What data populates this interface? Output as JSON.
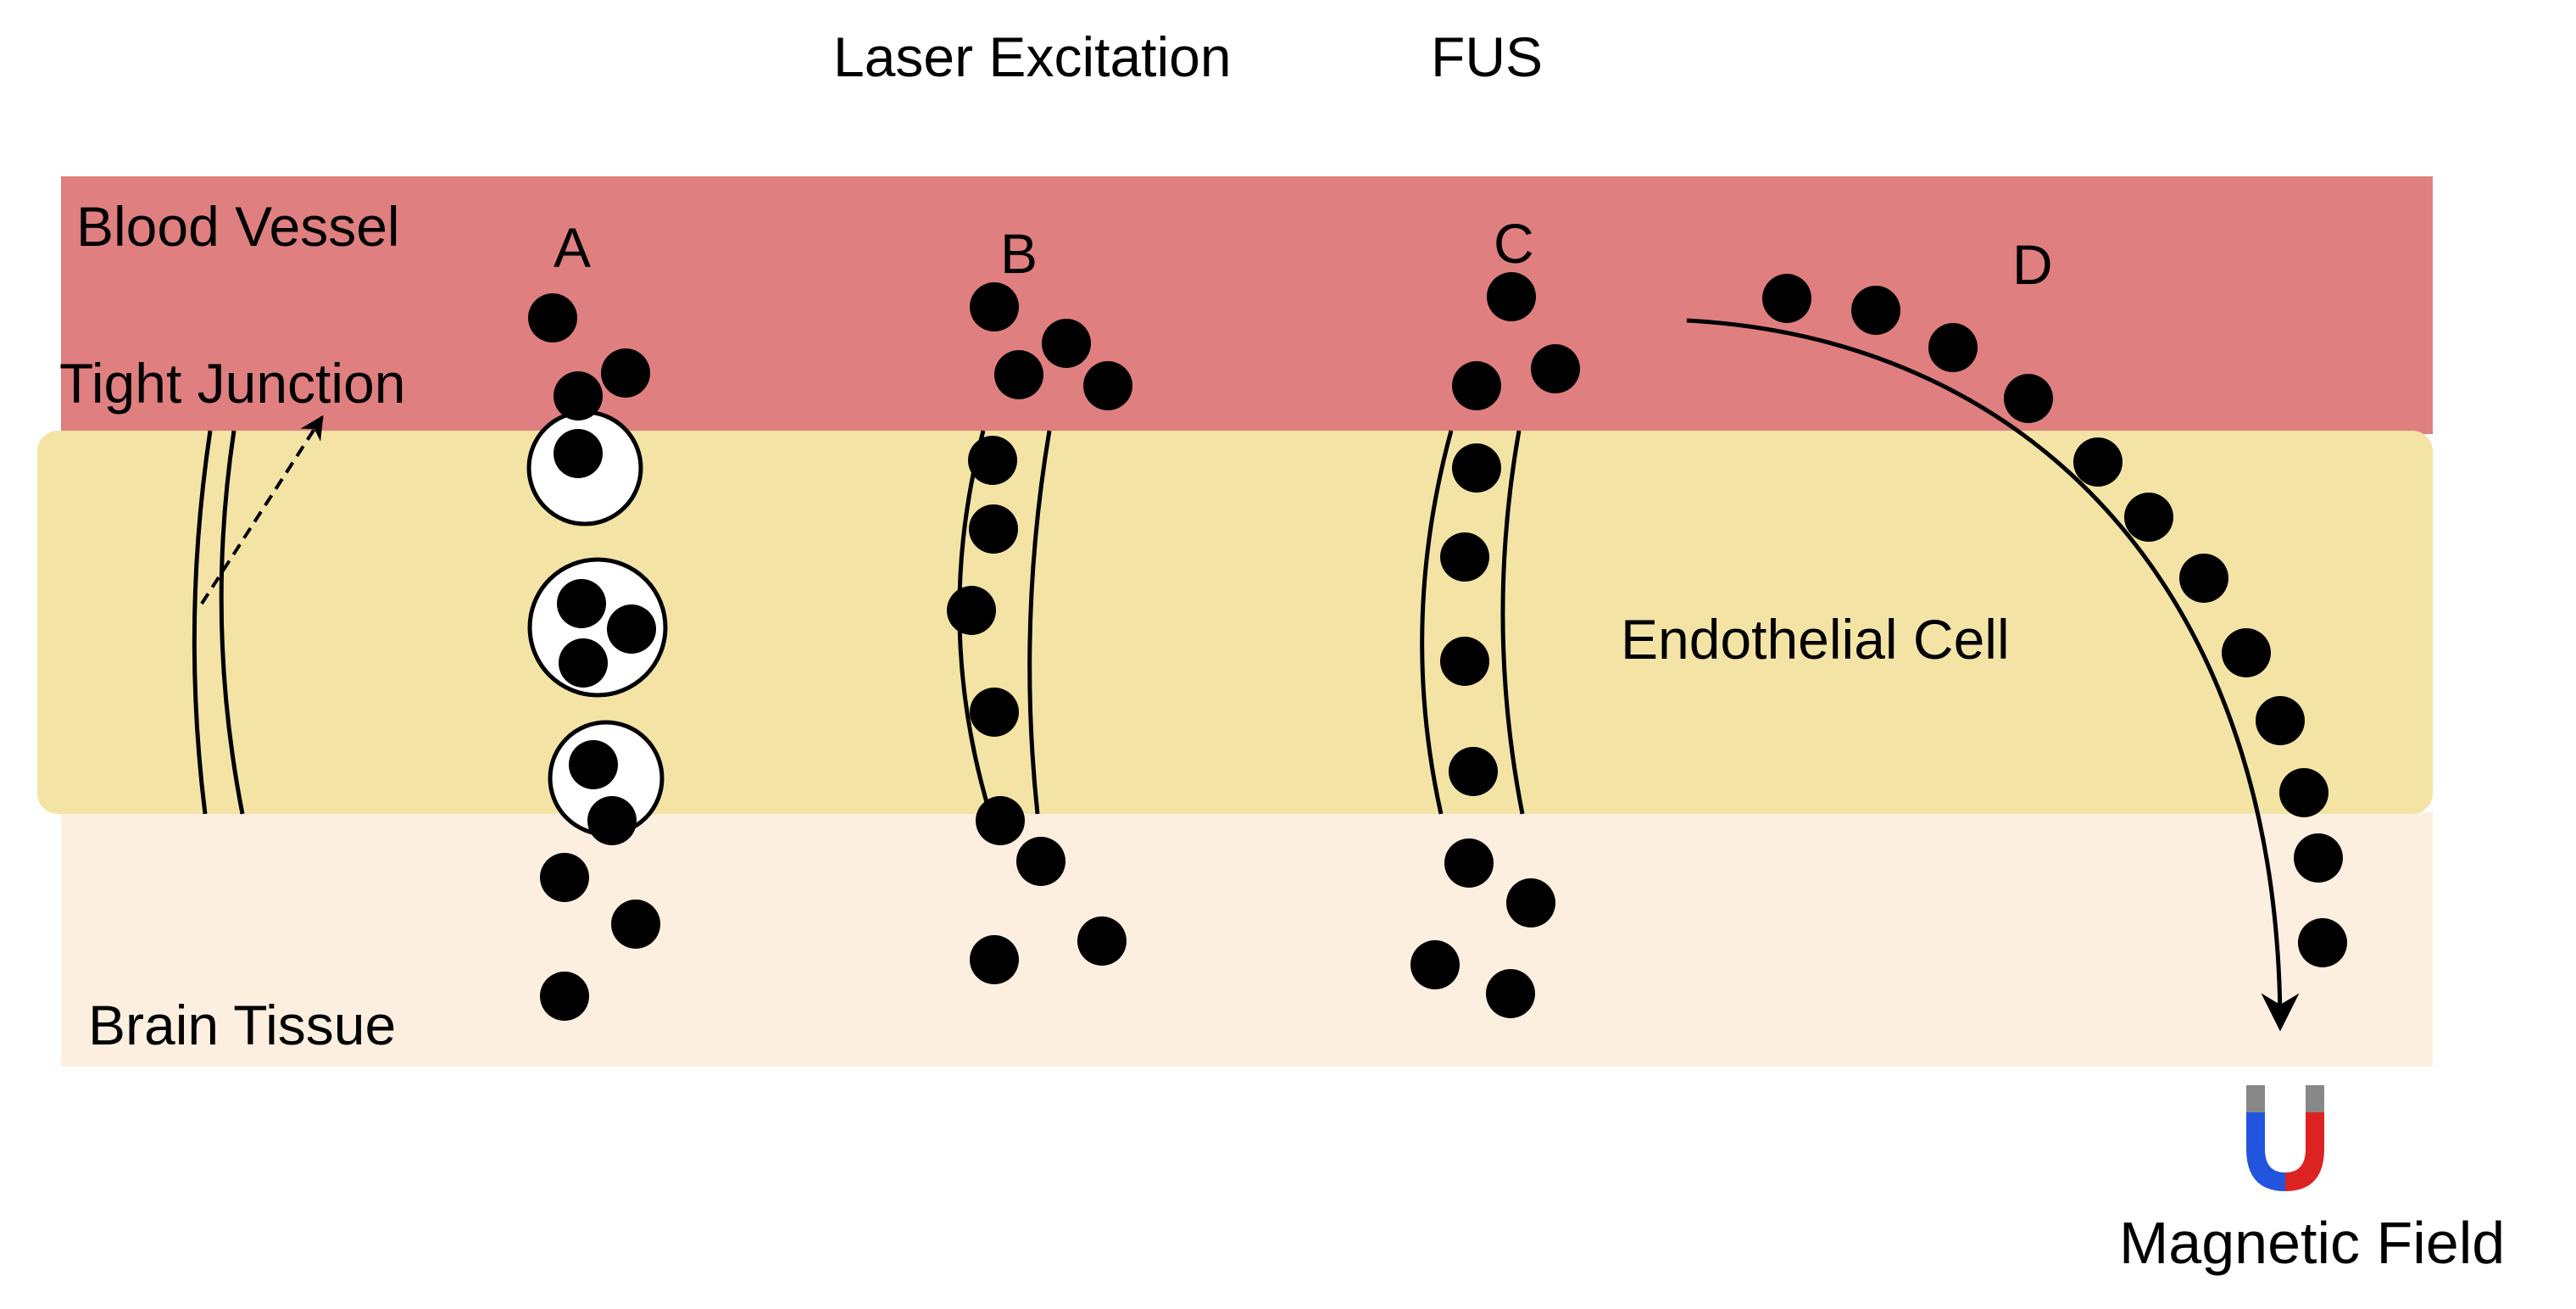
{
  "top_labels": {
    "laser": "Laser Excitation",
    "fus": "FUS"
  },
  "layers": {
    "blood_vessel": "Blood Vessel",
    "tight_junction": "Tight Junction",
    "endothelial_cell": "Endothelial Cell",
    "brain_tissue": "Brain Tissue"
  },
  "pathways": {
    "a": "A",
    "b": "B",
    "c": "C",
    "d": "D"
  },
  "magnet": {
    "label": "Magnetic Field",
    "icon": "horseshoe-magnet-icon"
  },
  "colors": {
    "blood_vessel": "#df7f7f",
    "endothelial_cell": "#f3e4a6",
    "brain_tissue": "#fcefdf",
    "particle": "#000000",
    "magnet_north": "#2255dd",
    "magnet_south": "#dd2222"
  }
}
